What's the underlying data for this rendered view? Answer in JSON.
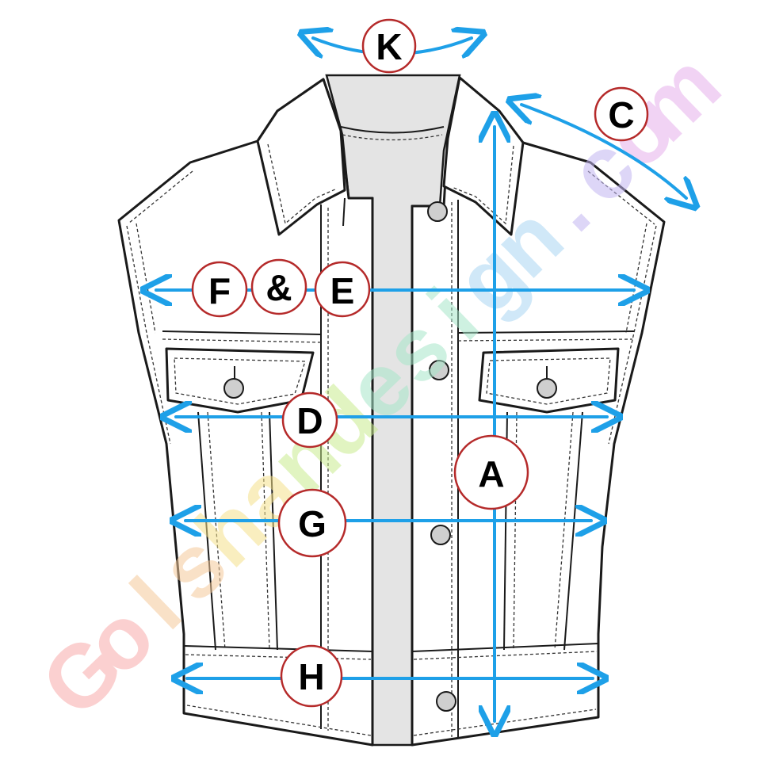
{
  "labels": {
    "k": "K",
    "c": "C",
    "f": "F",
    "amp": "&",
    "e": "E",
    "d": "D",
    "a": "A",
    "g": "G",
    "h": "H"
  },
  "watermark": {
    "text": "Golshandesign.com",
    "colors": [
      "#f7a9a9",
      "#f5c89a",
      "#f4e08a",
      "#c9ec8e",
      "#a6e6c8",
      "#a9d6f2",
      "#c2b4f0",
      "#e5b0ec"
    ]
  },
  "colors": {
    "measure_line": "#1ea0e8",
    "badge_border": "#b52a2a",
    "garment_outline": "#1a1a1a",
    "lining": "#e4e4e4"
  }
}
